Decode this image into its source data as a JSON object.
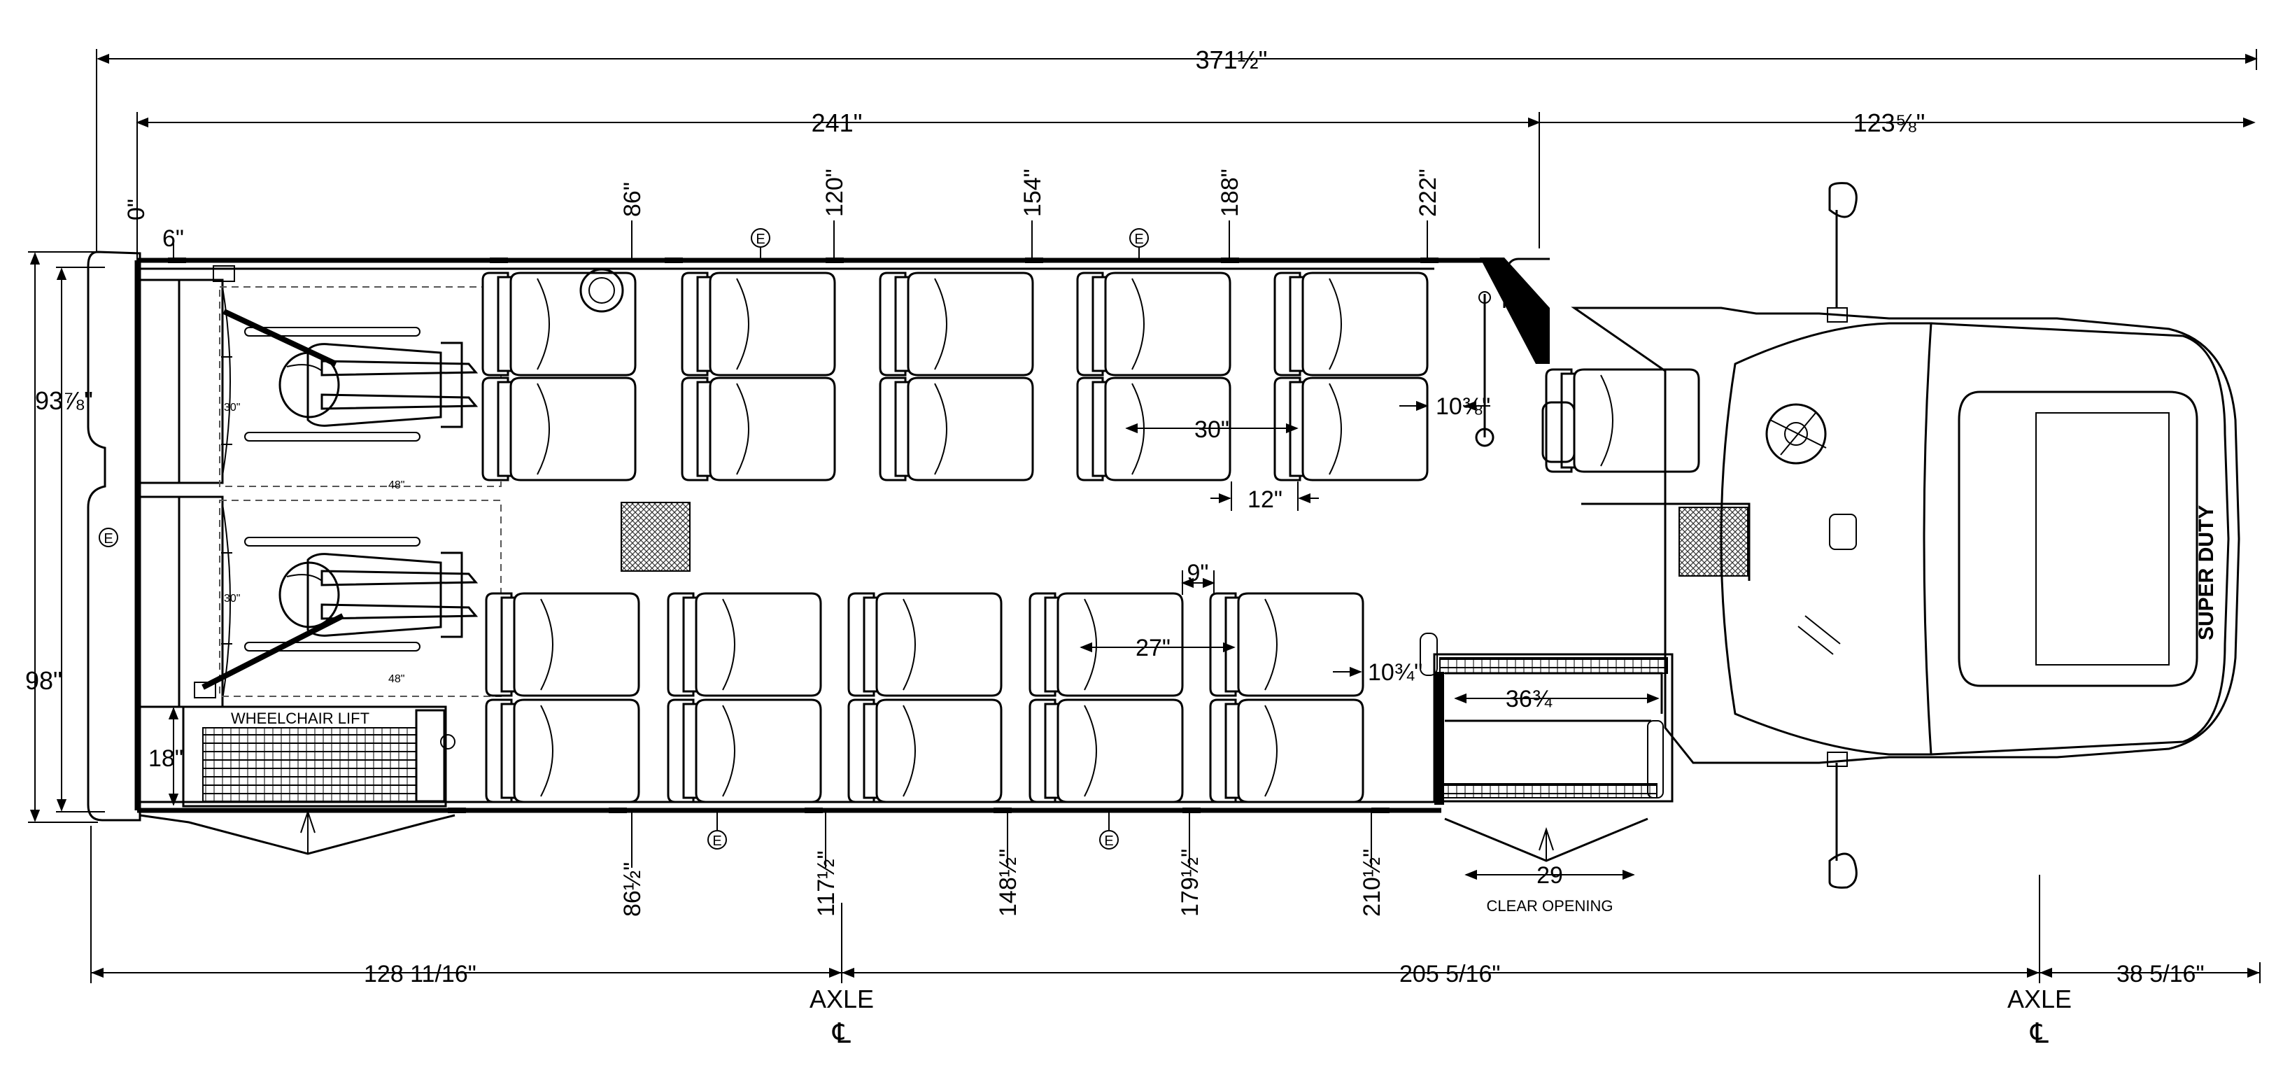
{
  "diagram": {
    "overall_length": "371½\"",
    "body_length": "241\"",
    "cab_length": "123⅝\"",
    "overall_height": "98\"",
    "interior_width": "93⅞\"",
    "wall_dims": [
      "0\"",
      "6\"",
      "86\"",
      "120\"",
      "154\"",
      "188\"",
      "222\""
    ],
    "curb_dims": [
      "86½\"",
      "117½\"",
      "148½\"",
      "179½\"",
      "210½\""
    ],
    "seat_pitch_top": "30\"",
    "seat_pitch_bottom": "27\"",
    "aisle_gap_top": "12\"",
    "aisle_gap_bottom": "9\"",
    "seat_offset_top": "10⅜\"",
    "seat_offset_bottom": "10¾\"",
    "liftbay_depth": "18\"",
    "wheelchair_space_depth": "30\"",
    "wheelchair_space_depth_2": "30\"",
    "wheelchair_space_width": "48\"",
    "wheelchair_space_width_2": "48\"",
    "step_width": "36¾",
    "door_clear": "29",
    "door_clear_label": "CLEAR OPENING",
    "wheelchair_lift_label": "WHEELCHAIR LIFT",
    "rear_overhang": "128 11/16\"",
    "wheelbase": "205 5/16\"",
    "front_overhang": "38 5/16\"",
    "axle_label": "AXLE",
    "axle_label_2": "AXLE",
    "centerline_symbol": "℄",
    "centerline_symbol_2": "℄",
    "emergency_symbol": "E",
    "hood_text": "SUPER DUTY"
  }
}
